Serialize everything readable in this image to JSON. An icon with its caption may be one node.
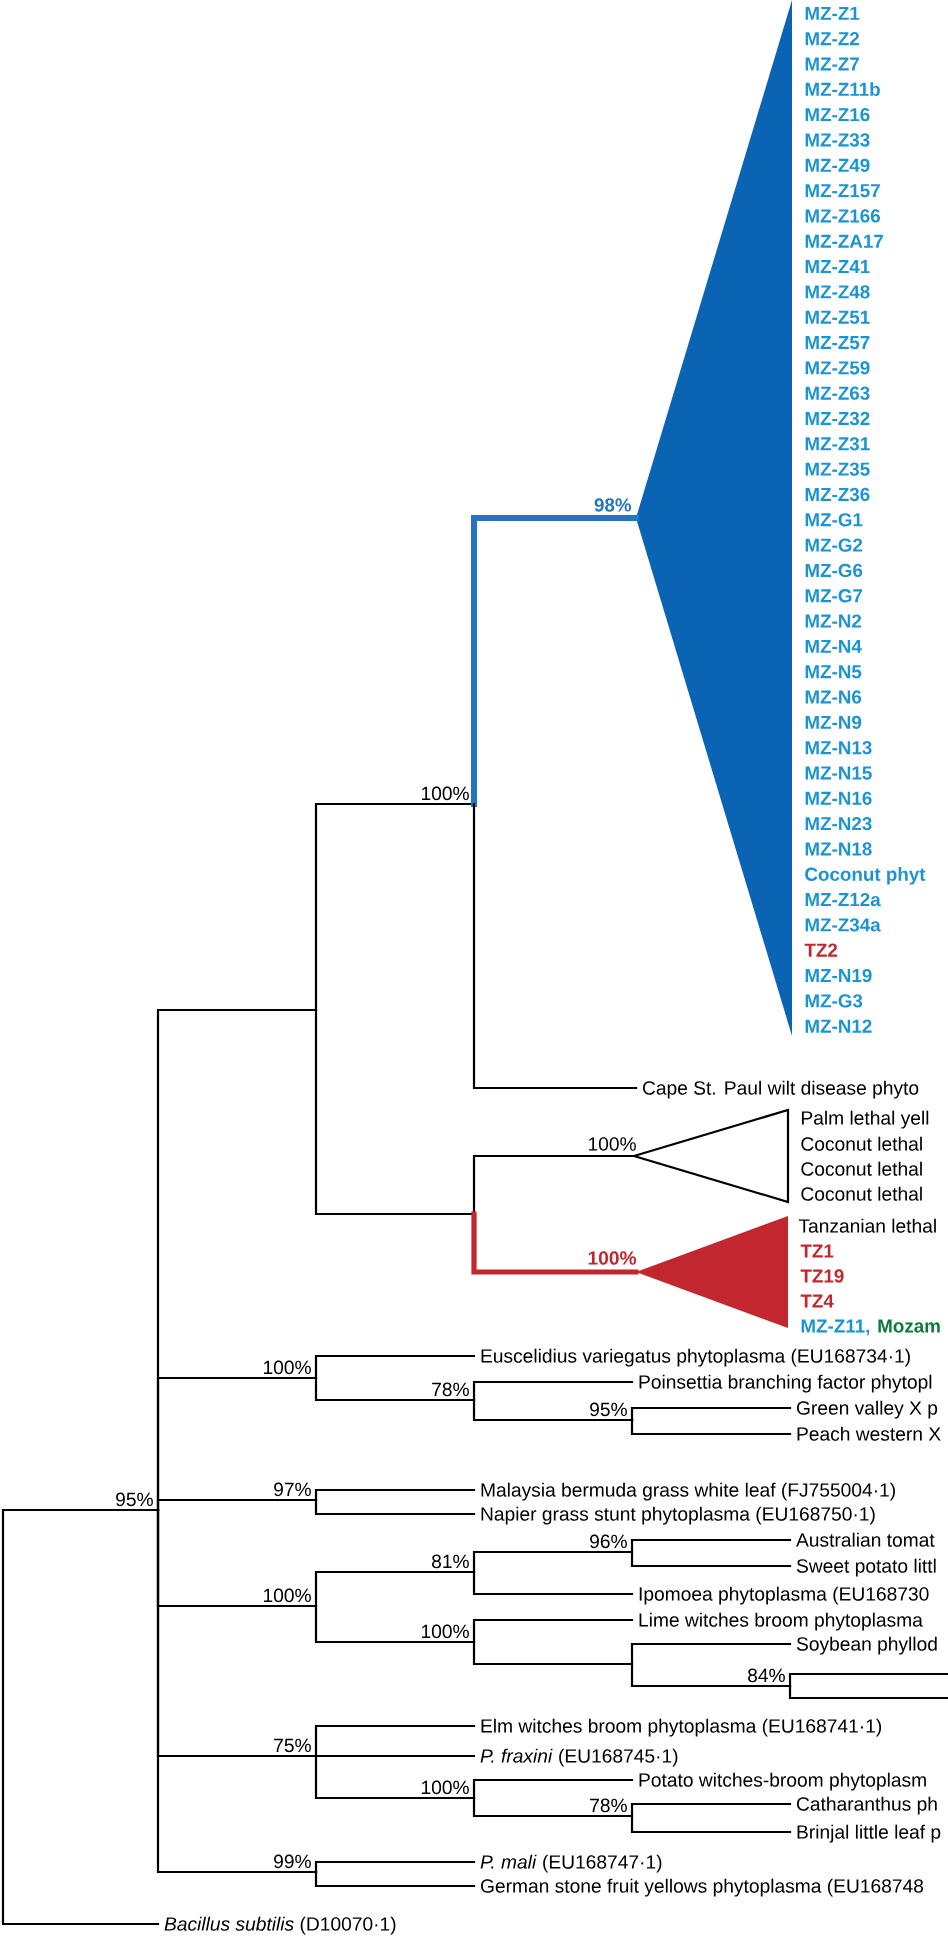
{
  "diagram": {
    "nodes": [
      {
        "text": [
          "95%"
        ]
      },
      {
        "text": [
          "100%"
        ]
      },
      {
        "text": [],
        "shape": "triangle",
        "beside": [
          "98%",
          "MZ-Z1",
          "MZ-Z2",
          "MZ-Z7",
          "MZ-Z11b",
          "MZ-Z16",
          "MZ-Z33",
          "MZ-Z49",
          "MZ-Z157",
          "MZ-Z166",
          "MZ-ZA17",
          "MZ-Z41",
          "MZ-Z48",
          "MZ-Z51",
          "MZ-Z57",
          "MZ-Z59",
          "MZ-Z63",
          "MZ-Z32",
          "MZ-Z31",
          "MZ-Z35",
          "MZ-Z36",
          "MZ-G1",
          "MZ-G2",
          "MZ-G6",
          "MZ-G7",
          "MZ-N2",
          "MZ-N4",
          "MZ-N5",
          "MZ-N6",
          "MZ-N9",
          "MZ-N13",
          "MZ-N15",
          "MZ-N16",
          "MZ-N23",
          "MZ-N18",
          "Coconut phyt",
          "MZ-Z12a",
          "MZ-Z34a",
          "TZ2",
          "MZ-N19",
          "MZ-G3",
          "MZ-N12"
        ]
      },
      {
        "text": [
          "Cape St. Paul wilt disease phyto"
        ]
      },
      {
        "text": [],
        "shape": "triangle",
        "beside": [
          "100%",
          "Palm lethal yell",
          "Coconut lethal",
          "Coconut lethal",
          "Coconut lethal"
        ]
      },
      {
        "text": [],
        "shape": "triangle",
        "beside": [
          "100%",
          "Tanzanian lethal",
          "TZ1",
          "TZ19",
          "TZ4",
          "MZ-Z11,",
          "Mozam"
        ]
      },
      {
        "text": [
          "100%"
        ]
      },
      {
        "text": [
          "Euscelidius variegatus phytoplasma (EU168734·1)"
        ]
      },
      {
        "text": [
          "78%"
        ]
      },
      {
        "text": [
          "Poinsettia branching factor phytopl"
        ]
      },
      {
        "text": [
          "95%"
        ]
      },
      {
        "text": [
          "Green valley X p"
        ]
      },
      {
        "text": [
          "Peach western X"
        ]
      },
      {
        "text": [
          "97%"
        ]
      },
      {
        "text": [
          "Malaysia bermuda grass white leaf (FJ755004·1)"
        ]
      },
      {
        "text": [
          "Napier grass stunt phytoplasma (EU168750·1)"
        ]
      },
      {
        "text": [
          "100%"
        ]
      },
      {
        "text": [
          "81%"
        ]
      },
      {
        "text": [
          "96%"
        ]
      },
      {
        "text": [
          "Australian tomat"
        ]
      },
      {
        "text": [
          "Sweet potato littl"
        ]
      },
      {
        "text": [
          "Ipomoea phytoplasma (EU168730"
        ]
      },
      {
        "text": [
          "100%"
        ]
      },
      {
        "text": [
          "Lime witches broom phytoplasma"
        ]
      },
      {
        "text": [
          "Soybean phyllod"
        ]
      },
      {
        "text": [
          "84%"
        ]
      },
      {
        "text": [
          "75%"
        ]
      },
      {
        "text": [
          "Elm witches broom phytoplasma (EU168741·1)"
        ]
      },
      {
        "text": [
          "*P. fraxini* (EU168745·1)"
        ]
      },
      {
        "text": [
          "100%"
        ]
      },
      {
        "text": [
          "Potato witches-broom phytoplasm"
        ]
      },
      {
        "text": [
          "78%"
        ]
      },
      {
        "text": [
          "Catharanthus ph"
        ]
      },
      {
        "text": [
          "Brinjal little leaf p"
        ]
      },
      {
        "text": [
          "99%"
        ]
      },
      {
        "text": [
          "*P. mali* (EU168747·1)"
        ]
      },
      {
        "text": [
          "German stone fruit yellows phytoplasma (EU168748"
        ]
      },
      {
        "text": [
          "*Bacillus subtilis* (D10070·1)"
        ]
      }
    ],
    "edges": [
      {
        "from": 0,
        "to": 37,
        "arrow": "none"
      },
      {
        "from": 0,
        "to": 1,
        "arrow": "none"
      },
      {
        "from": 0,
        "to": 4,
        "arrow": "none"
      },
      {
        "from": 0,
        "to": 5,
        "arrow": "none"
      },
      {
        "from": 0,
        "to": 6,
        "arrow": "none"
      },
      {
        "from": 0,
        "to": 13,
        "arrow": "none"
      },
      {
        "from": 0,
        "to": 16,
        "arrow": "none"
      },
      {
        "from": 0,
        "to": 26,
        "arrow": "none"
      },
      {
        "from": 0,
        "to": 34,
        "arrow": "none"
      },
      {
        "from": 1,
        "to": 2,
        "arrow": "none",
        "style": "thick",
        "color": "#2574c0"
      },
      {
        "from": 1,
        "to": 3,
        "arrow": "none"
      },
      {
        "from": 6,
        "to": 7,
        "arrow": "none"
      },
      {
        "from": 6,
        "to": 8,
        "arrow": "none"
      },
      {
        "from": 8,
        "to": 9,
        "arrow": "none"
      },
      {
        "from": 8,
        "to": 10,
        "arrow": "none"
      },
      {
        "from": 10,
        "to": 11,
        "arrow": "none"
      },
      {
        "from": 10,
        "to": 12,
        "arrow": "none"
      },
      {
        "from": 13,
        "to": 14,
        "arrow": "none"
      },
      {
        "from": 13,
        "to": 15,
        "arrow": "none"
      },
      {
        "from": 16,
        "to": 17,
        "arrow": "none"
      },
      {
        "from": 16,
        "to": 22,
        "arrow": "none"
      },
      {
        "from": 17,
        "to": 18,
        "arrow": "none"
      },
      {
        "from": 17,
        "to": 21,
        "arrow": "none"
      },
      {
        "from": 18,
        "to": 19,
        "arrow": "none"
      },
      {
        "from": 18,
        "to": 20,
        "arrow": "none"
      },
      {
        "from": 22,
        "to": 23,
        "arrow": "none"
      },
      {
        "from": 22,
        "to": 24,
        "arrow": "none"
      },
      {
        "from": 22,
        "to": 25,
        "arrow": "none"
      },
      {
        "from": 25,
        "to": null,
        "arrow": "none"
      },
      {
        "from": 25,
        "to": null,
        "arrow": "none"
      },
      {
        "from": 26,
        "to": 27,
        "arrow": "none"
      },
      {
        "from": 26,
        "to": 28,
        "arrow": "none"
      },
      {
        "from": 26,
        "to": 29,
        "arrow": "none"
      },
      {
        "from": 29,
        "to": 30,
        "arrow": "none"
      },
      {
        "from": 29,
        "to": 31,
        "arrow": "none"
      },
      {
        "from": 31,
        "to": 32,
        "arrow": "none"
      },
      {
        "from": 31,
        "to": 33,
        "arrow": "none"
      },
      {
        "from": 34,
        "to": 35,
        "arrow": "none"
      },
      {
        "from": 34,
        "to": 36,
        "arrow": "none"
      }
    ]
  }
}
